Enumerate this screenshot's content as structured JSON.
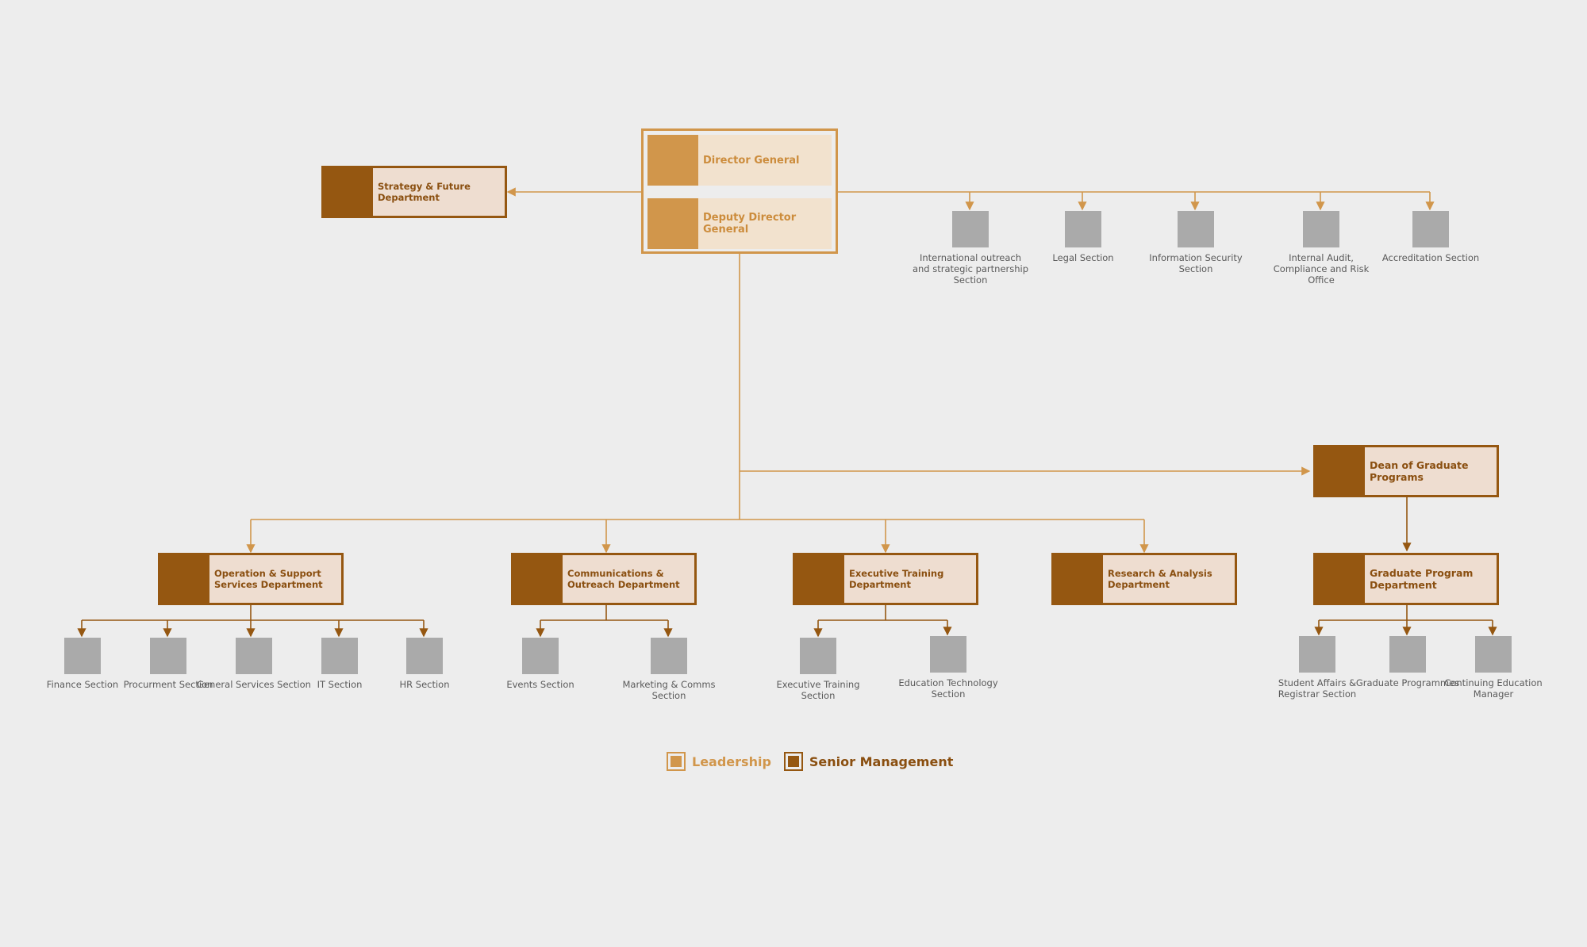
{
  "colors": {
    "leadership": "#d1964b",
    "leadership_text": "#cc8c3c",
    "senior": "#955711",
    "senior_text": "#8a4f10",
    "section": "#aaaaaa",
    "background": "#ededed"
  },
  "leadership": {
    "director_general": "Director General",
    "deputy_director_general": "Deputy Director General"
  },
  "departments": {
    "strategy": "Strategy & Future Department",
    "dean": "Dean of Graduate Programs",
    "operation": "Operation & Support Services Department",
    "communications": "Communications & Outreach Department",
    "executive": "Executive Training Department",
    "research": "Research & Analysis Department",
    "graduate": "Graduate Program Department"
  },
  "offices": {
    "international": "International outreach and strategic partnership Section",
    "legal": "Legal Section",
    "infosec": "Information Security Section",
    "audit": "Internal Audit, Compliance and Risk Office",
    "accreditation": "Accreditation Section"
  },
  "sections": {
    "finance": "Finance Section",
    "procurement": "Procurment Section",
    "general_services": "General Services Section",
    "it": "IT Section",
    "hr": "HR Section",
    "events": "Events Section",
    "marketing": "Marketing & Comms Section",
    "exec_training": "Executive Training Section",
    "edtech": "Education Technology Section",
    "student_affairs": "Student Affairs & Registrar Section",
    "graduate_programmes": "Graduate Programmes",
    "continuing_education": "Continuing Education Manager"
  },
  "legend": {
    "leadership": "Leadership",
    "senior_management": "Senior Management"
  }
}
